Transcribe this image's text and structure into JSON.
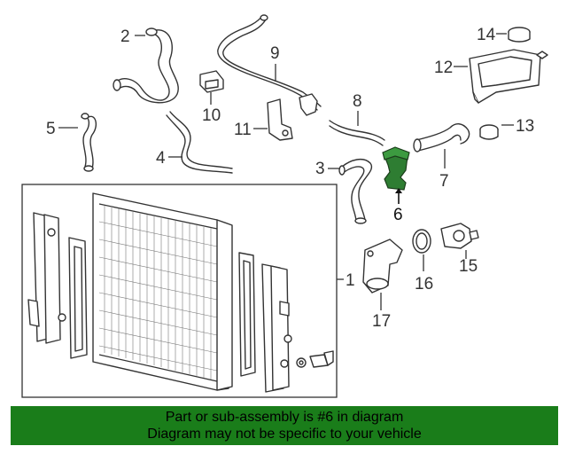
{
  "diagram": {
    "callouts": {
      "c1": "1",
      "c2": "2",
      "c3": "3",
      "c4": "4",
      "c5": "5",
      "c6": "6",
      "c7": "7",
      "c8": "8",
      "c9": "9",
      "c10": "10",
      "c11": "11",
      "c12": "12",
      "c13": "13",
      "c14": "14",
      "c15": "15",
      "c16": "16",
      "c17": "17"
    },
    "highlight_part": "6",
    "highlight_color": "#2e7d32"
  },
  "banner": {
    "line1": "Part or sub-assembly is #6 in diagram",
    "line2": "Diagram may not be specific to your vehicle",
    "background": "#1a7d1a"
  }
}
